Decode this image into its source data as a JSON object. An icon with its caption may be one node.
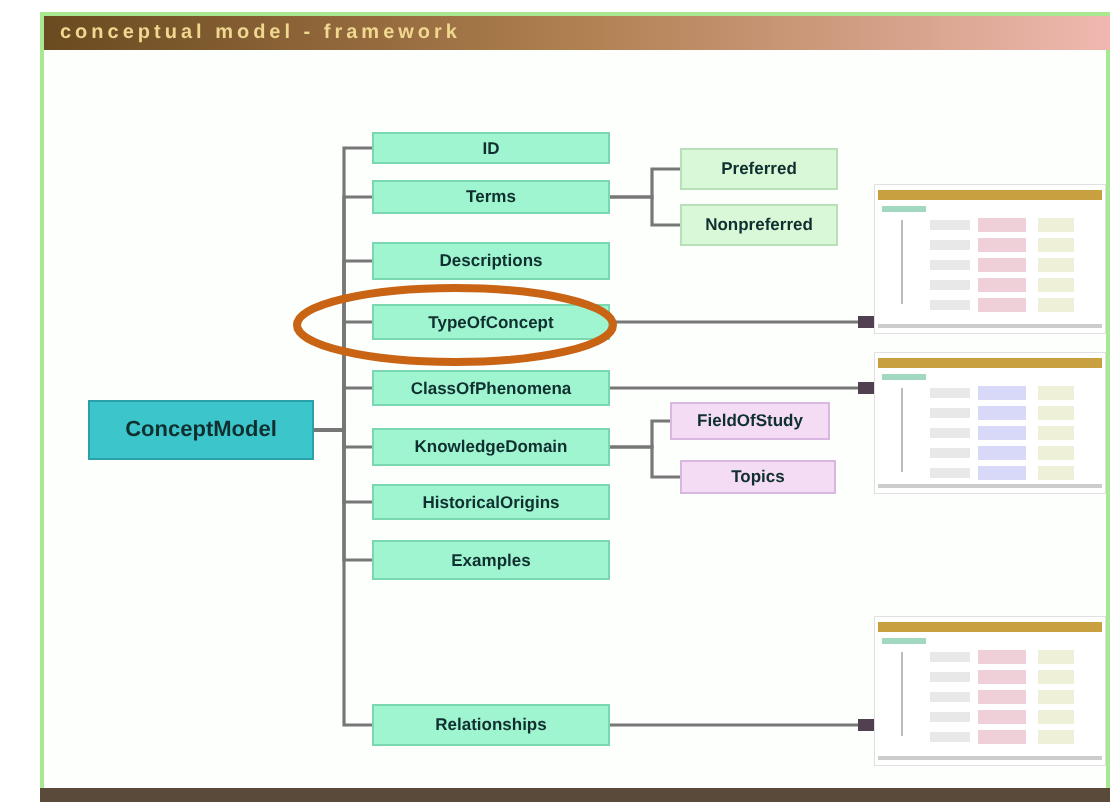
{
  "diagram": {
    "title": "conceptual model - framework",
    "nodes": [
      {
        "text": [
          "ConceptModel"
        ]
      },
      {
        "text": [
          "ID"
        ]
      },
      {
        "text": [
          "Terms"
        ]
      },
      {
        "text": [
          "Descriptions"
        ]
      },
      {
        "text": [
          "TypeOfConcept"
        ]
      },
      {
        "text": [
          "ClassOfPhenomena"
        ]
      },
      {
        "text": [
          "KnowledgeDomain"
        ]
      },
      {
        "text": [
          "HistoricalOrigins"
        ]
      },
      {
        "text": [
          "Examples"
        ]
      },
      {
        "text": [
          "Relationships"
        ]
      },
      {
        "text": [
          "Preferred"
        ]
      },
      {
        "text": [
          "Nonpreferred"
        ]
      },
      {
        "text": [
          "FieldOfStudy"
        ]
      },
      {
        "text": [
          "Topics"
        ]
      },
      {
        "text": [],
        "shape": "picture"
      },
      {
        "text": [],
        "shape": "picture"
      },
      {
        "text": [],
        "shape": "picture"
      }
    ],
    "edges": [
      {
        "from": 0,
        "to": 1,
        "arrow": "none"
      },
      {
        "from": 0,
        "to": 2,
        "arrow": "none"
      },
      {
        "from": 0,
        "to": 3,
        "arrow": "none"
      },
      {
        "from": 0,
        "to": 4,
        "arrow": "none"
      },
      {
        "from": 0,
        "to": 5,
        "arrow": "none"
      },
      {
        "from": 0,
        "to": 6,
        "arrow": "none"
      },
      {
        "from": 0,
        "to": 7,
        "arrow": "none"
      },
      {
        "from": 0,
        "to": 8,
        "arrow": "none"
      },
      {
        "from": 0,
        "to": 9,
        "arrow": "none"
      },
      {
        "from": 2,
        "to": 10,
        "arrow": "none"
      },
      {
        "from": 2,
        "to": 11,
        "arrow": "none"
      },
      {
        "from": 6,
        "to": 12,
        "arrow": "none"
      },
      {
        "from": 6,
        "to": 13,
        "arrow": "none"
      },
      {
        "from": 4,
        "to": 14,
        "arrow": "other"
      },
      {
        "from": 5,
        "to": 15,
        "arrow": "other"
      },
      {
        "from": 9,
        "to": 16,
        "arrow": "other"
      }
    ]
  }
}
